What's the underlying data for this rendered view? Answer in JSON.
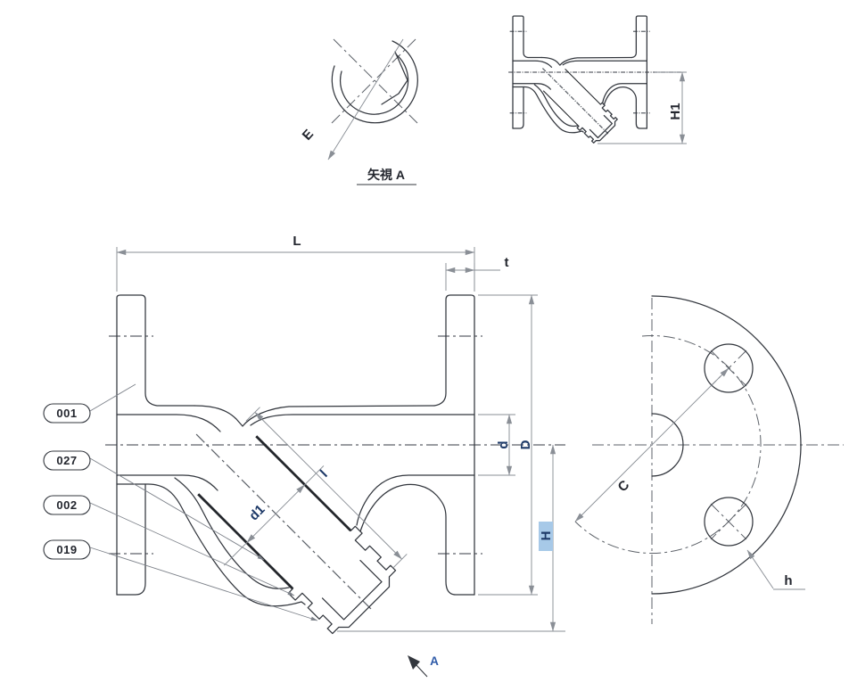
{
  "page": {
    "background": "#ffffff"
  },
  "labels": {
    "view_a_caption": "矢視 A",
    "view_arrow": "A"
  },
  "dimensions": {
    "face_to_face": "L",
    "flange_thickness": "t",
    "flange_diameter": "D",
    "bore_diameter": "d",
    "height": "H",
    "side_height": "H1",
    "screen_length": "l",
    "screen_diameter": "d1",
    "cap_across": "E",
    "bolt_circle_diameter": "C",
    "bolt_hole_diameter": "h"
  },
  "balloons": [
    {
      "id": "001"
    },
    {
      "id": "027"
    },
    {
      "id": "002"
    },
    {
      "id": "019"
    }
  ],
  "colors": {
    "body_line": "#33373e",
    "dimension_line": "#8a8f96",
    "label_dark": "#23262e",
    "label_navy": "#1e3a68",
    "view_arrow_blue": "#2f5ba8",
    "highlight_background": "#a7c9e8"
  }
}
